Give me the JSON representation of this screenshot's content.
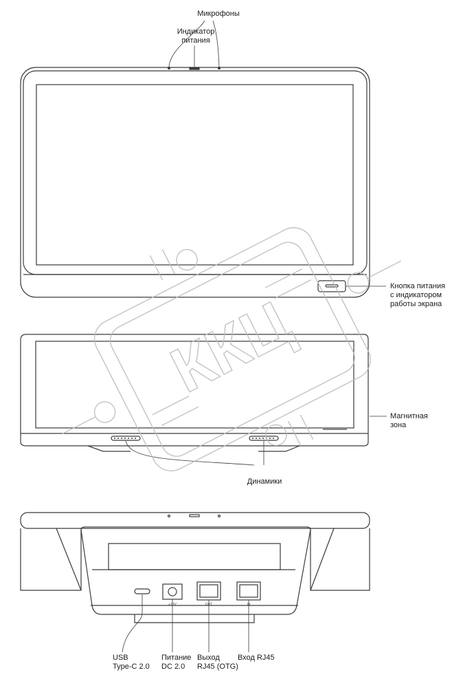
{
  "labels": {
    "microphones": "Микрофоны",
    "power_indicator": "Индикатор\nпитания",
    "power_button": "Кнопка питания\nс индикатором\nработы экрана",
    "magnetic_zone": "Магнитная\nзона",
    "speakers": "Динамики",
    "usb": "USB\nType-C 2.0",
    "power_dc": "Питание\nDC 2.0",
    "rj45_out": "Выход\nRJ45 (OTG)",
    "rj45_in": "Вход RJ45"
  },
  "port_marks": {
    "dc": "+12V",
    "out": "OUT",
    "in": "IN"
  },
  "watermark": {
    "text": "ККЦ",
    "color": "#bdbdbd"
  },
  "colors": {
    "line": "#3a3a3a",
    "label": "#1a1a1a"
  }
}
